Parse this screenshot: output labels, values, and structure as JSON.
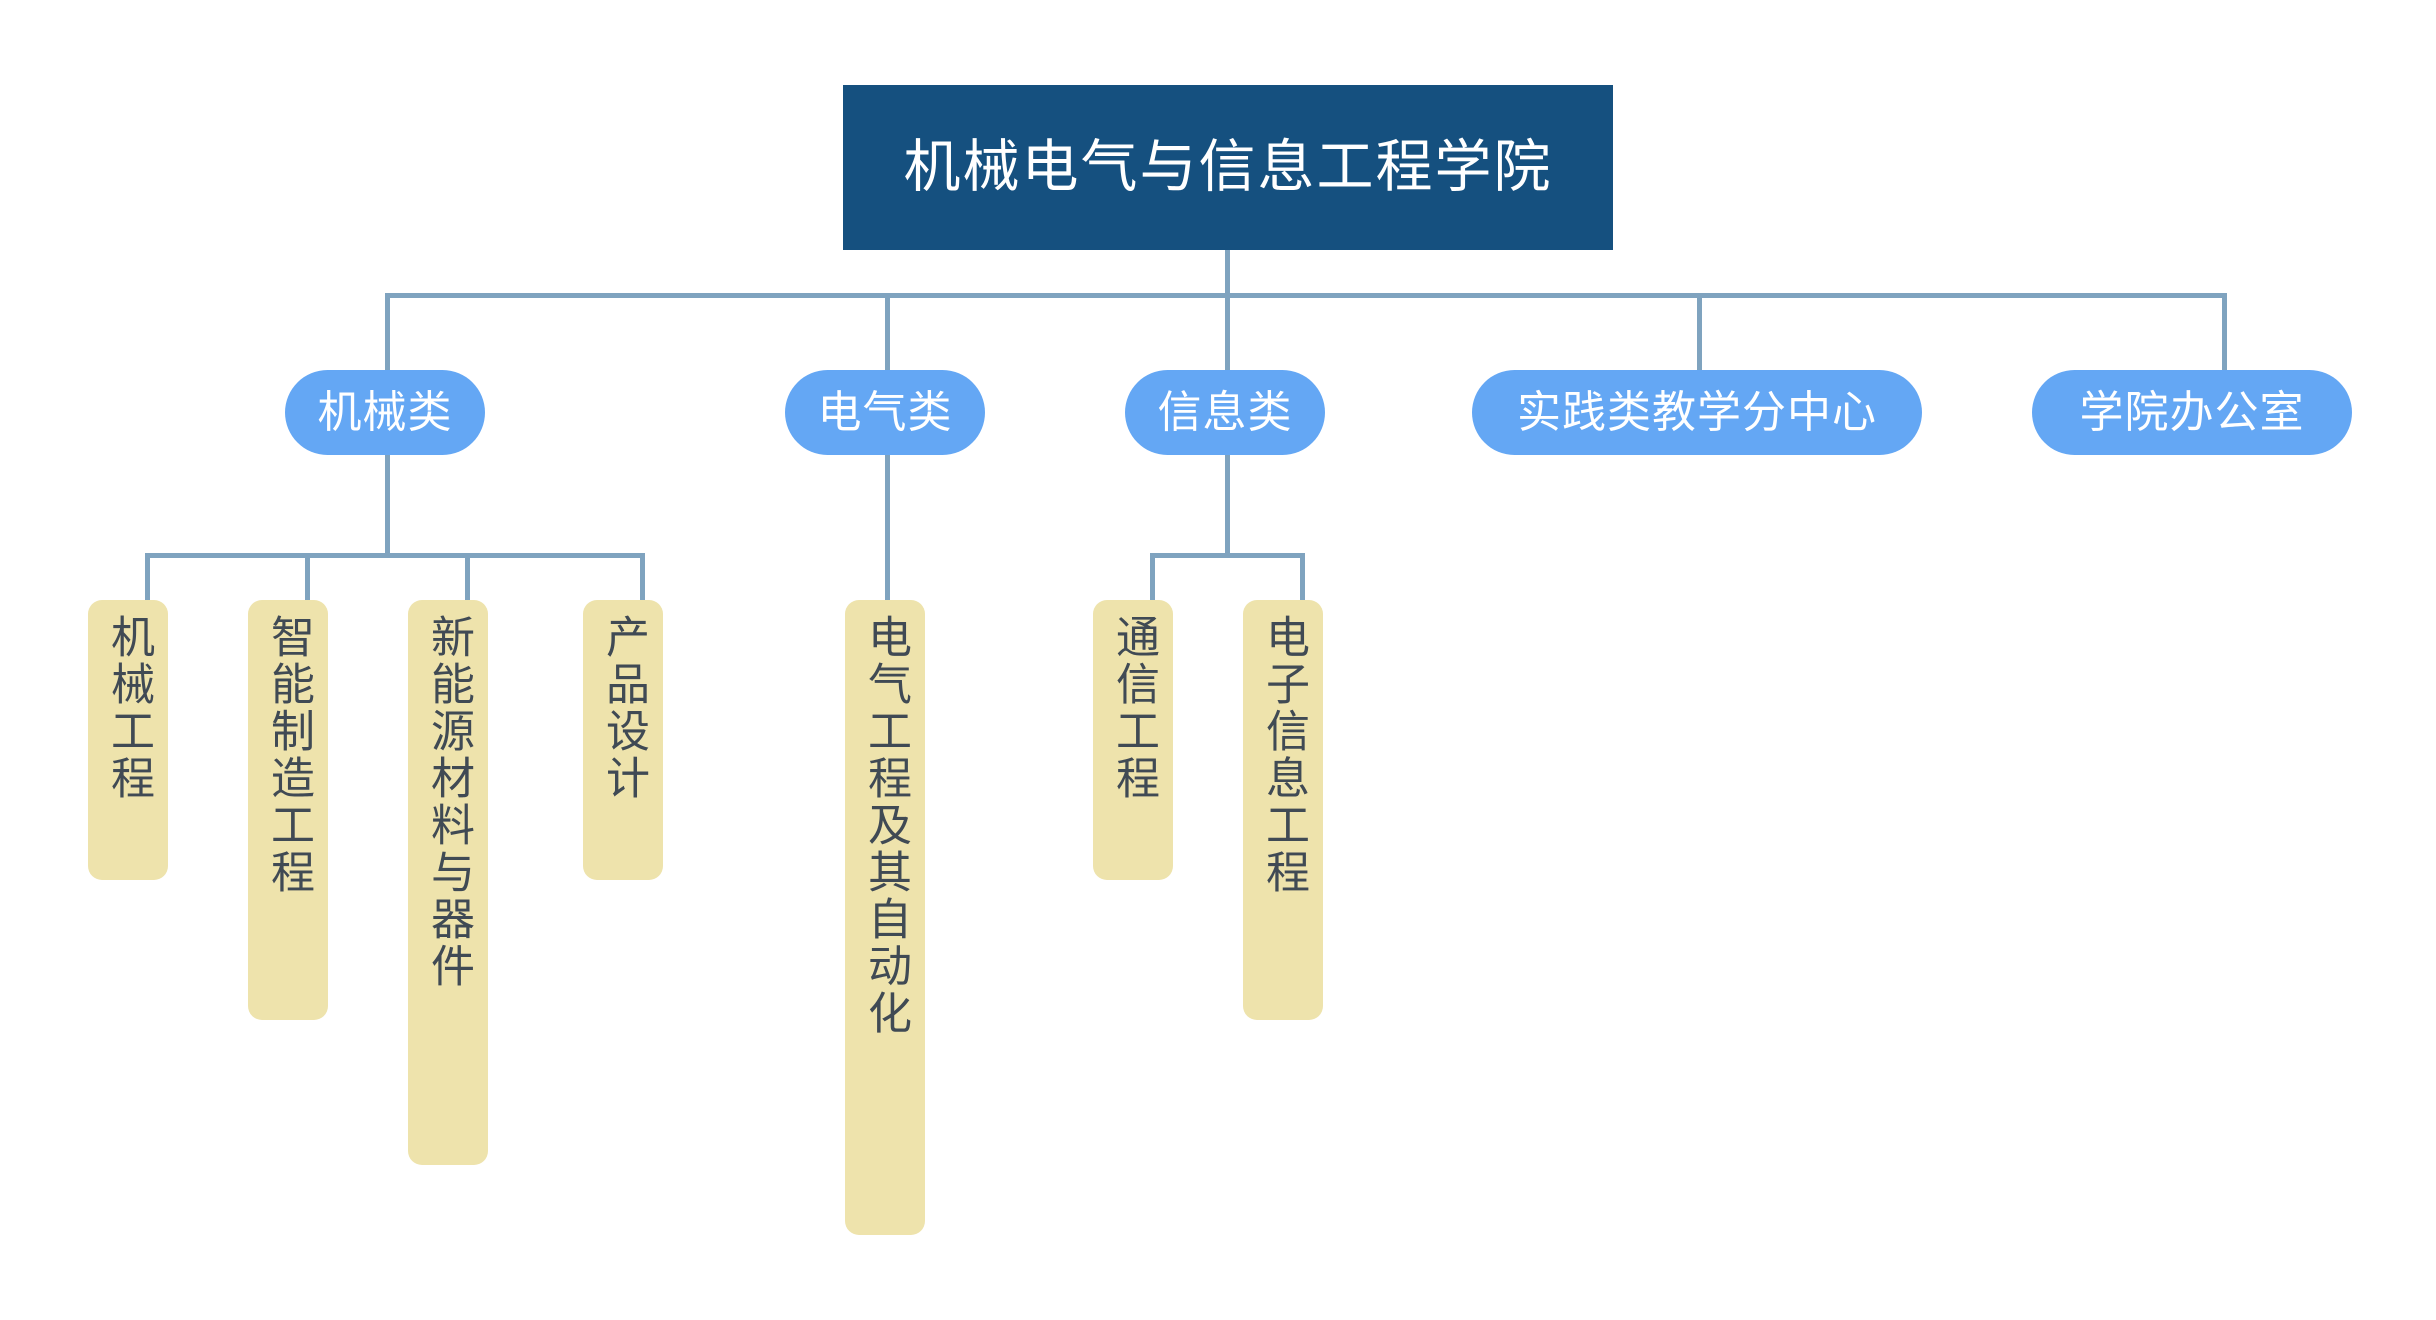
{
  "diagram": {
    "title": "机械电气与信息工程学院",
    "type": "organization-chart",
    "colors": {
      "root_fill": "#15507f",
      "root_text": "#ffffff",
      "category_fill": "#64a7f4",
      "category_text": "#ffffff",
      "major_fill": "#eee3ac",
      "major_text": "#404a54",
      "connector": "#7fa3bf",
      "background": "#ffffff"
    }
  },
  "root": {
    "label": "机械电气与信息工程学院"
  },
  "categories": [
    {
      "label": "机械类"
    },
    {
      "label": "电气类"
    },
    {
      "label": "信息类"
    },
    {
      "label": "实践类教学分中心"
    },
    {
      "label": "学院办公室"
    }
  ],
  "majors": {
    "mechanical": [
      {
        "label": "机械工程"
      },
      {
        "label": "智能制造工程"
      },
      {
        "label": "新能源材料与器件"
      },
      {
        "label": "产品设计"
      }
    ],
    "electrical": [
      {
        "label": "电气工程及其自动化"
      }
    ],
    "information": [
      {
        "label": "通信工程"
      },
      {
        "label": "电子信息工程"
      }
    ]
  }
}
